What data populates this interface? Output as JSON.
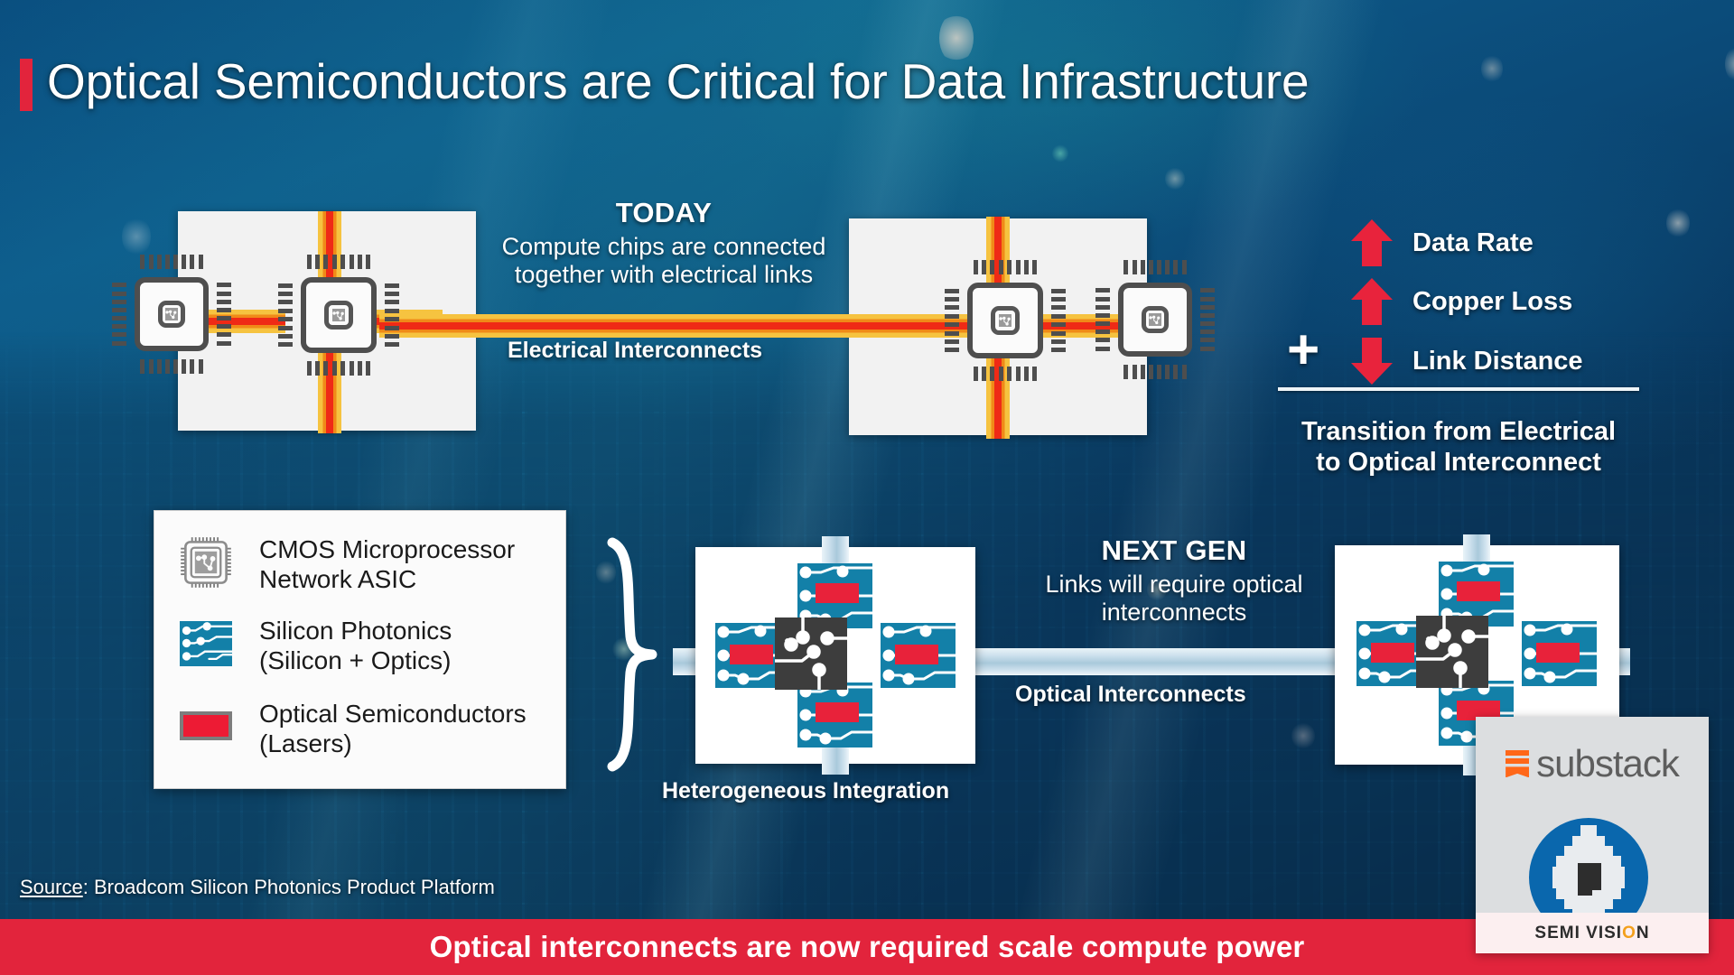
{
  "slide": {
    "title": "Optical Semiconductors are Critical for Data Infrastructure",
    "accent_red": "#e2243c",
    "background_blue": "#0a4f80"
  },
  "today": {
    "heading": "TODAY",
    "subtitle": "Compute chips are connected\ntogether with electrical links",
    "interconnect_label": "Electrical  Interconnects"
  },
  "nextgen": {
    "heading": "NEXT GEN",
    "subtitle": "Links will require optical\ninterconnects",
    "interconnect_label": "Optical Interconnects",
    "hetero_label": "Heterogeneous Integration"
  },
  "trends": {
    "items": [
      {
        "label": "Data Rate",
        "direction": "up",
        "color": "#e8233c"
      },
      {
        "label": "Copper Loss",
        "direction": "up",
        "color": "#e8233c"
      },
      {
        "label": "Link Distance",
        "direction": "down",
        "color": "#e8233c"
      }
    ],
    "plus": "+",
    "conclusion": "Transition from Electrical\nto Optical Interconnect"
  },
  "legend": {
    "items": [
      {
        "icon": "cmos-chip-icon",
        "label": "CMOS Microprocessor\nNetwork ASIC"
      },
      {
        "icon": "silicon-photonics-icon",
        "label": "Silicon Photonics\n(Silicon + Optics)",
        "color": "#1380a8"
      },
      {
        "icon": "laser-icon",
        "label": "Optical Semiconductors\n(Lasers)",
        "color": "#ed1b34"
      }
    ]
  },
  "footer": {
    "source_prefix": "Source",
    "source_text": ": Broadcom Silicon Photonics Product Platform",
    "banner": "Optical interconnects are now required scale compute power"
  },
  "watermark": {
    "substack": "substack",
    "brand_pre": "SEMI VISI",
    "brand_o": "O",
    "brand_post": "N"
  }
}
